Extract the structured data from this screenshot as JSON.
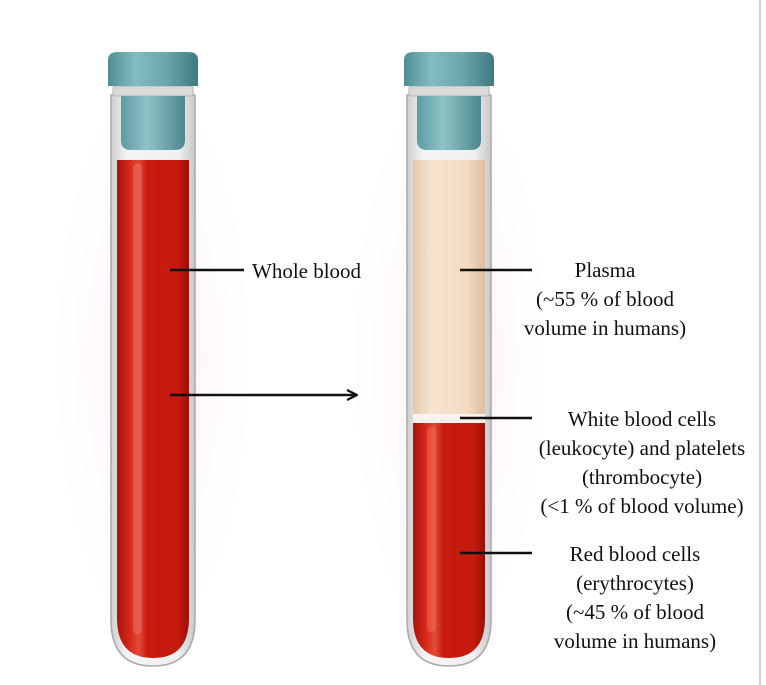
{
  "labels": {
    "whole_blood": "Whole blood",
    "plasma": {
      "line1": "Plasma",
      "line2": "(~55 % of blood",
      "line3": "volume in humans)"
    },
    "white_blood_cells": {
      "line1": "White blood cells",
      "line2": "(leukocyte) and platelets",
      "line3": "(thrombocyte)",
      "line4": "(<1 % of blood volume)"
    },
    "red_blood_cells": {
      "line1": "Red blood cells",
      "line2": "(erythrocytes)",
      "line3": "(~45 % of blood",
      "line4": "volume in humans)"
    }
  },
  "colors": {
    "cap": "#6aa6ac",
    "blood": "#c81c10",
    "plasma": "#f3dcc3",
    "buffy_coat": "#f8f4ee",
    "line": "#111111"
  }
}
